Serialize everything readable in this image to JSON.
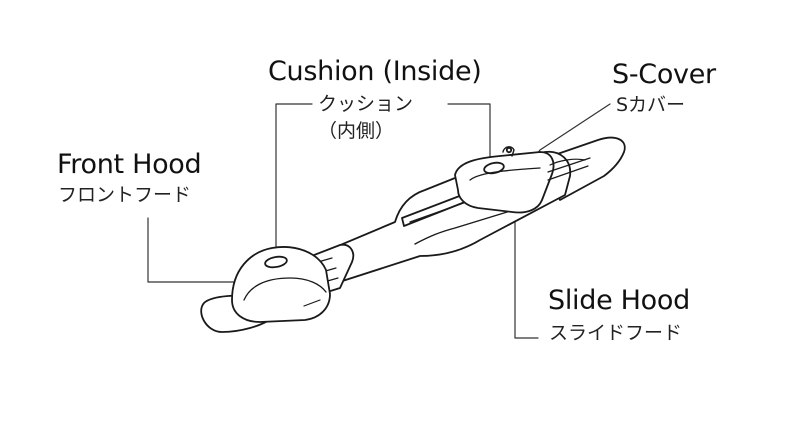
{
  "labels": {
    "front_hood": {
      "en": "Front Hood",
      "ja": "フロントフード"
    },
    "cushion": {
      "en": "Cushion (Inside)",
      "ja_line1": "クッション",
      "ja_line2": "（内側）"
    },
    "s_cover": {
      "en": "S-Cover",
      "ja": "Sカバー"
    },
    "slide_hood": {
      "en": "Slide Hood",
      "ja": "スライドフード"
    }
  },
  "colors": {
    "line": "#1a1a1a",
    "leader": "#333333",
    "fill": "#ffffff"
  }
}
